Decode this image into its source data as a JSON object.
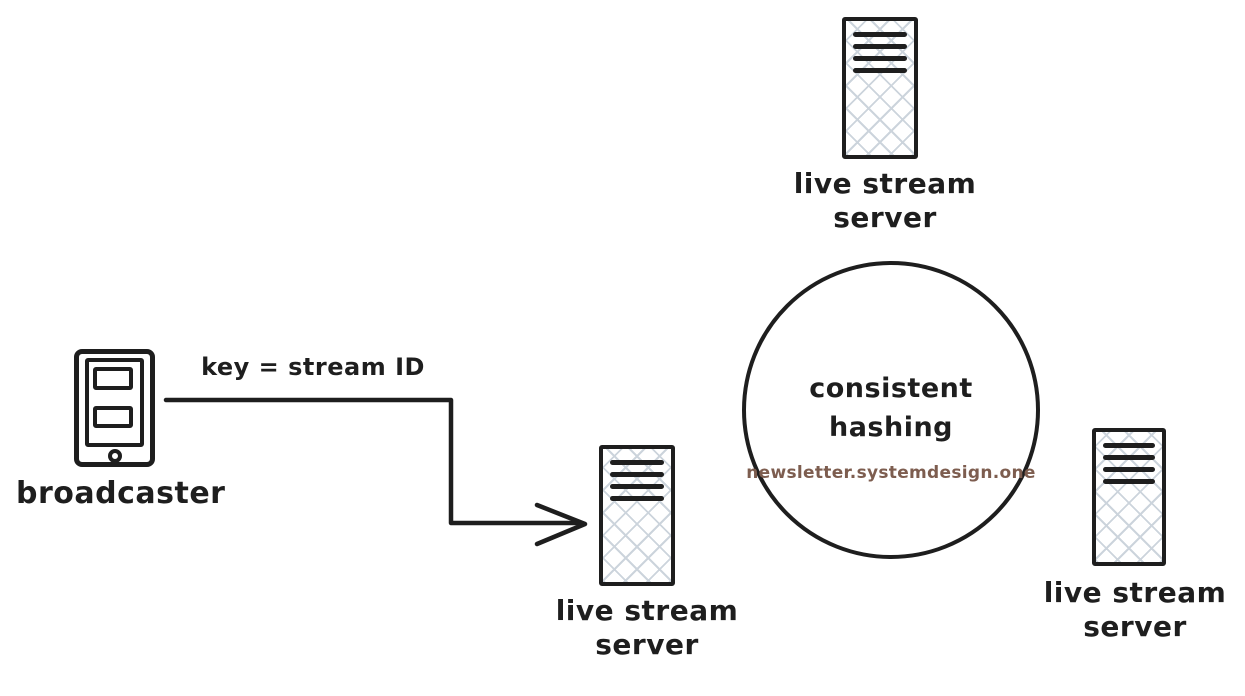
{
  "colors": {
    "stroke": "#1e1e1e",
    "hatch": "#ccd4dc",
    "watermark_text": "#7d5d4f",
    "background": "#ffffff"
  },
  "broadcaster": {
    "label": "broadcaster"
  },
  "arrow": {
    "label": "key = stream ID"
  },
  "consistent_hashing_circle": {
    "title_line1": "consistent",
    "title_line2": "hashing",
    "watermark": "newsletter.systemdesign.one"
  },
  "servers": [
    {
      "id": "top",
      "label_line1": "live stream",
      "label_line2": "server"
    },
    {
      "id": "bottom-middle",
      "label_line1": "live stream",
      "label_line2": "server"
    },
    {
      "id": "bottom-right",
      "label_line1": "live stream",
      "label_line2": "server"
    }
  ]
}
